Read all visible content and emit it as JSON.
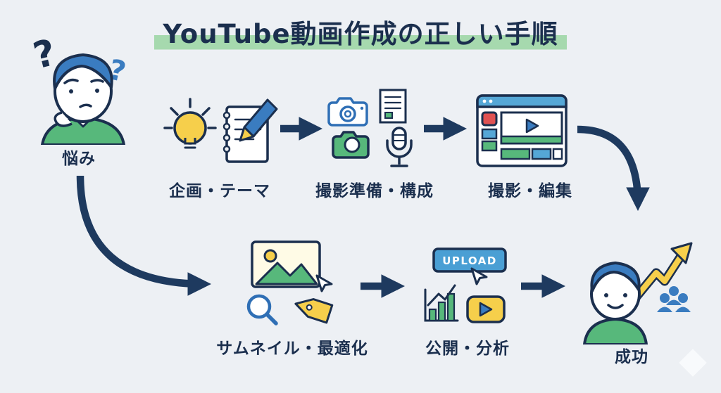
{
  "title": "YouTube動画作成の正しい手順",
  "nodes": {
    "worry": {
      "label": "悩み",
      "icon": "worried-person-icon"
    },
    "plan": {
      "label": "企画・テーマ",
      "icon": "lightbulb-notebook-icon"
    },
    "prep": {
      "label": "撮影準備・構成",
      "icon": "camera-mic-icon"
    },
    "shoot": {
      "label": "撮影・編集",
      "icon": "video-editor-icon"
    },
    "thumbnail": {
      "label": "サムネイル・最適化",
      "icon": "thumbnail-optimize-icon"
    },
    "publish": {
      "label": "公開・分析",
      "icon": "upload-analytics-icon",
      "button_text": "UPLOAD"
    },
    "success": {
      "label": "成功",
      "icon": "success-person-icon"
    }
  },
  "edges": [
    {
      "from": "worry",
      "to": "thumbnail"
    },
    {
      "from": "plan",
      "to": "prep"
    },
    {
      "from": "prep",
      "to": "shoot"
    },
    {
      "from": "shoot",
      "to": "success"
    },
    {
      "from": "thumbnail",
      "to": "publish"
    },
    {
      "from": "publish",
      "to": "success"
    }
  ],
  "colors": {
    "background": "#edf0f4",
    "text": "#1b2f4e",
    "arrow": "#1e3a5f",
    "title_highlight": "#a6d9ae",
    "blue": "#3a7cc0",
    "light_blue": "#55a7d6",
    "green": "#57b87b",
    "yellow": "#f6cf4b",
    "red": "#e05252"
  }
}
